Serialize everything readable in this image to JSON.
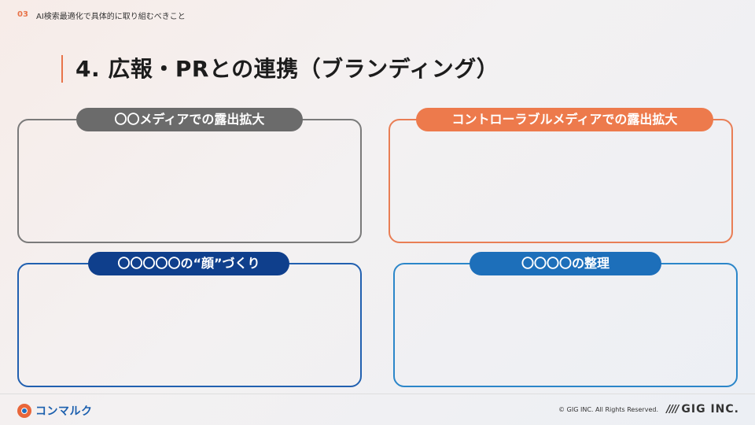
{
  "header": {
    "page_number": "03",
    "title": "AI検索最適化で具体的に取り組むべきこと"
  },
  "slide": {
    "title": "4. 広報・PRとの連携（ブランディング）"
  },
  "panels": [
    {
      "label": "〇〇メディアでの露出拡大"
    },
    {
      "label": "コントローラブルメディアでの露出拡大"
    },
    {
      "label": "〇〇〇〇〇の“顔”づくり"
    },
    {
      "label": "〇〇〇〇の整理"
    }
  ],
  "footer": {
    "logo_text": "コンマルク",
    "copyright": "© GIG INC. All Rights Reserved.",
    "company_mark": "////",
    "company_name": "GIG INC."
  },
  "colors": {
    "accent_orange": "#e8744a",
    "gray": "#6b6b6b",
    "navy": "#0f3f8c",
    "light_blue": "#1d6fba"
  }
}
